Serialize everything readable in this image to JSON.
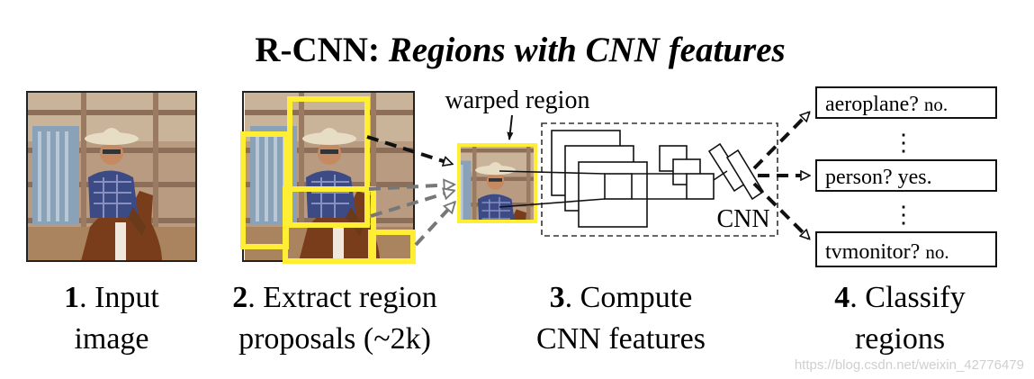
{
  "title": {
    "prefix": "R-CNN: ",
    "emphasis": "Regions with CNN features"
  },
  "labels": {
    "warped_region": "warped region",
    "cnn": "CNN"
  },
  "classes": [
    {
      "name": "aeroplane?",
      "answer": "no."
    },
    {
      "name": "person?",
      "answer": "yes."
    },
    {
      "name": "tvmonitor?",
      "answer": "no."
    }
  ],
  "ellipsis": "⋮",
  "steps": [
    {
      "num": "1",
      "line1": ". Input",
      "line2": "image"
    },
    {
      "num": "2",
      "line1": ". Extract region",
      "line2": "proposals (~2k)"
    },
    {
      "num": "3",
      "line1": ". Compute",
      "line2": "CNN features"
    },
    {
      "num": "4",
      "line1": ". Classify",
      "line2": "regions"
    }
  ],
  "watermark": "https://blog.csdn.net/weixin_42776479",
  "colors": {
    "proposal_box": "#ffee33",
    "proposal_box_edge": "#e8d800",
    "dashed_arrow_dark": "#111111",
    "dashed_arrow_gray": "#777777"
  },
  "icons": {
    "photo": "cowboy-on-horse-photo"
  }
}
